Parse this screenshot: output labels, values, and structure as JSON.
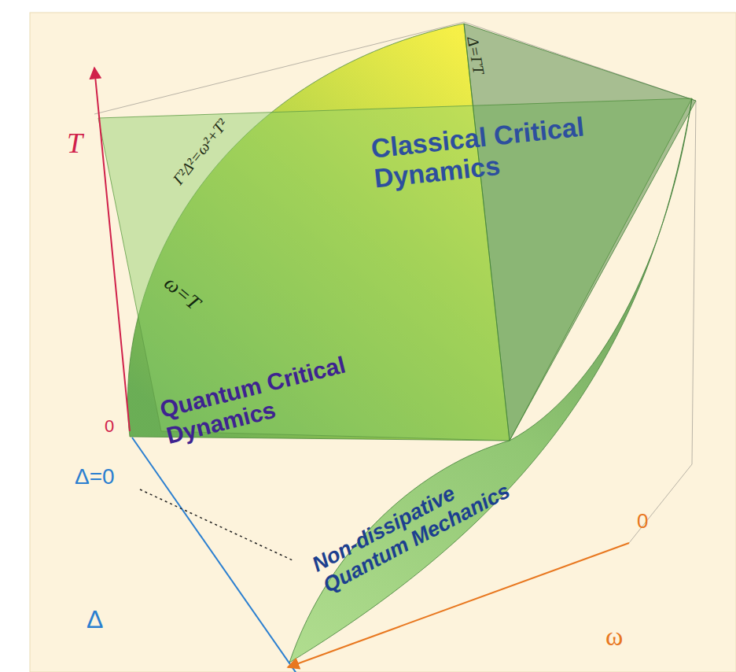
{
  "diagram": {
    "labels": [
      "T",
      "0",
      "Γ²Δ²=ω²+T²",
      "Δ=ΓT",
      "Classical Critical Dynamics",
      "ω=T",
      "Quantum Critical Dynamics",
      "Non-dissipative Quantum Mechanics",
      "Δ=0",
      "Δ",
      "0",
      "ω"
    ]
  }
}
